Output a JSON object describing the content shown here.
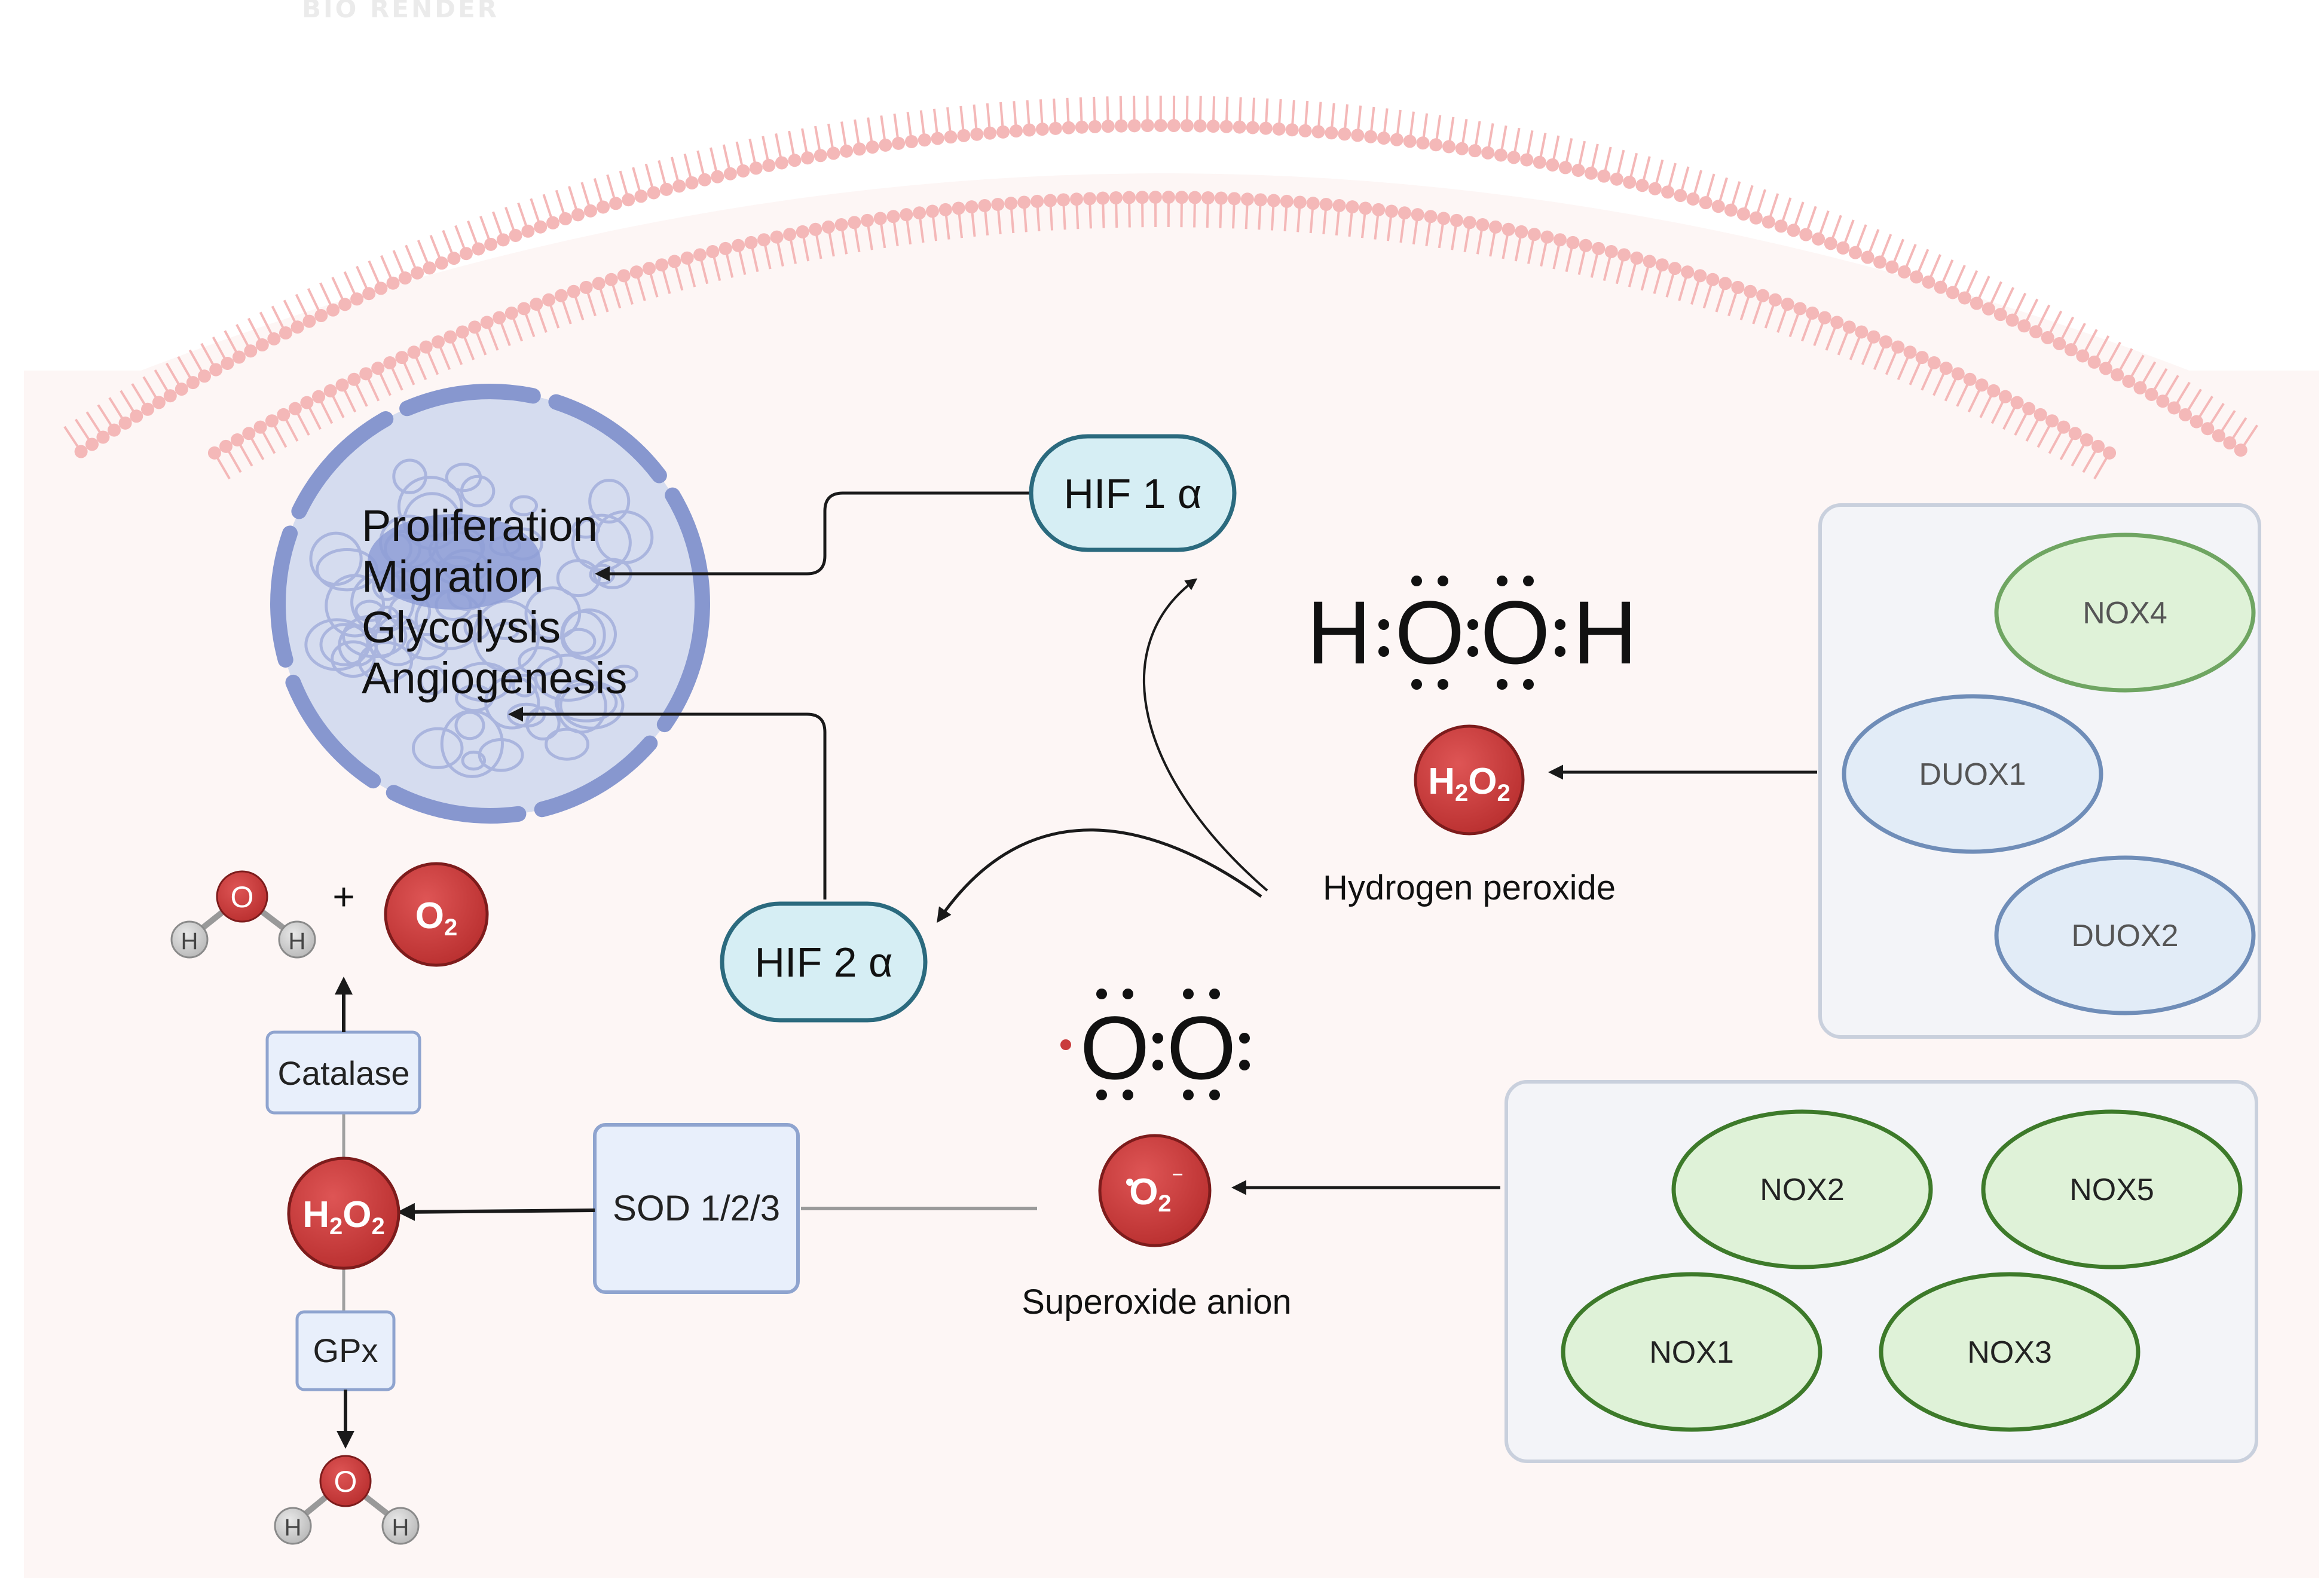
{
  "cell_processes": [
    "Proliferation",
    "Migration",
    "Glycolysis",
    "Angiogenesis"
  ],
  "hif": {
    "hif1": "HIF 1 α",
    "hif2": "HIF 2 α"
  },
  "hydrogen_peroxide": {
    "lewis_h1": "H",
    "lewis_o1": "O",
    "lewis_o2": "O",
    "lewis_h2": "H",
    "label": "Hydrogen peroxide"
  },
  "superoxide": {
    "lewis_o1": "O",
    "lewis_o2": "O",
    "label": "Superoxide anion"
  },
  "enzymes": {
    "catalase": "Catalase",
    "gpx": "GPx",
    "sod": "SOD 1/2/3"
  },
  "molecules": {
    "oxygen": "O",
    "hydrogen": "H",
    "plus": "+"
  },
  "duox_group": [
    "NOX4",
    "DUOX1",
    "DUOX2"
  ],
  "nox_group": [
    "NOX2",
    "NOX5",
    "NOX1",
    "NOX3"
  ],
  "watermark": "BIO RENDER",
  "colors": {
    "membrane": "#f4b8b8",
    "cytoplasm": "#fdf6f5",
    "nucleus_fill": "#d5dcef",
    "nucleus_border": "#8797cf",
    "hif_fill": "#d6eef4",
    "hif_border": "#2b6a7e",
    "molecule_red": "#c93c3c",
    "enzyme_box": "#e8effb",
    "panel_fill": "#f3f4f8",
    "panel_border": "#c9d0dd",
    "nox_fill": "#dff2d8",
    "nox_border": "#3d7a2a",
    "duox_fill": "#e2ecf7",
    "duox_border": "#6f8db8",
    "nox4_border": "#6fa562"
  }
}
